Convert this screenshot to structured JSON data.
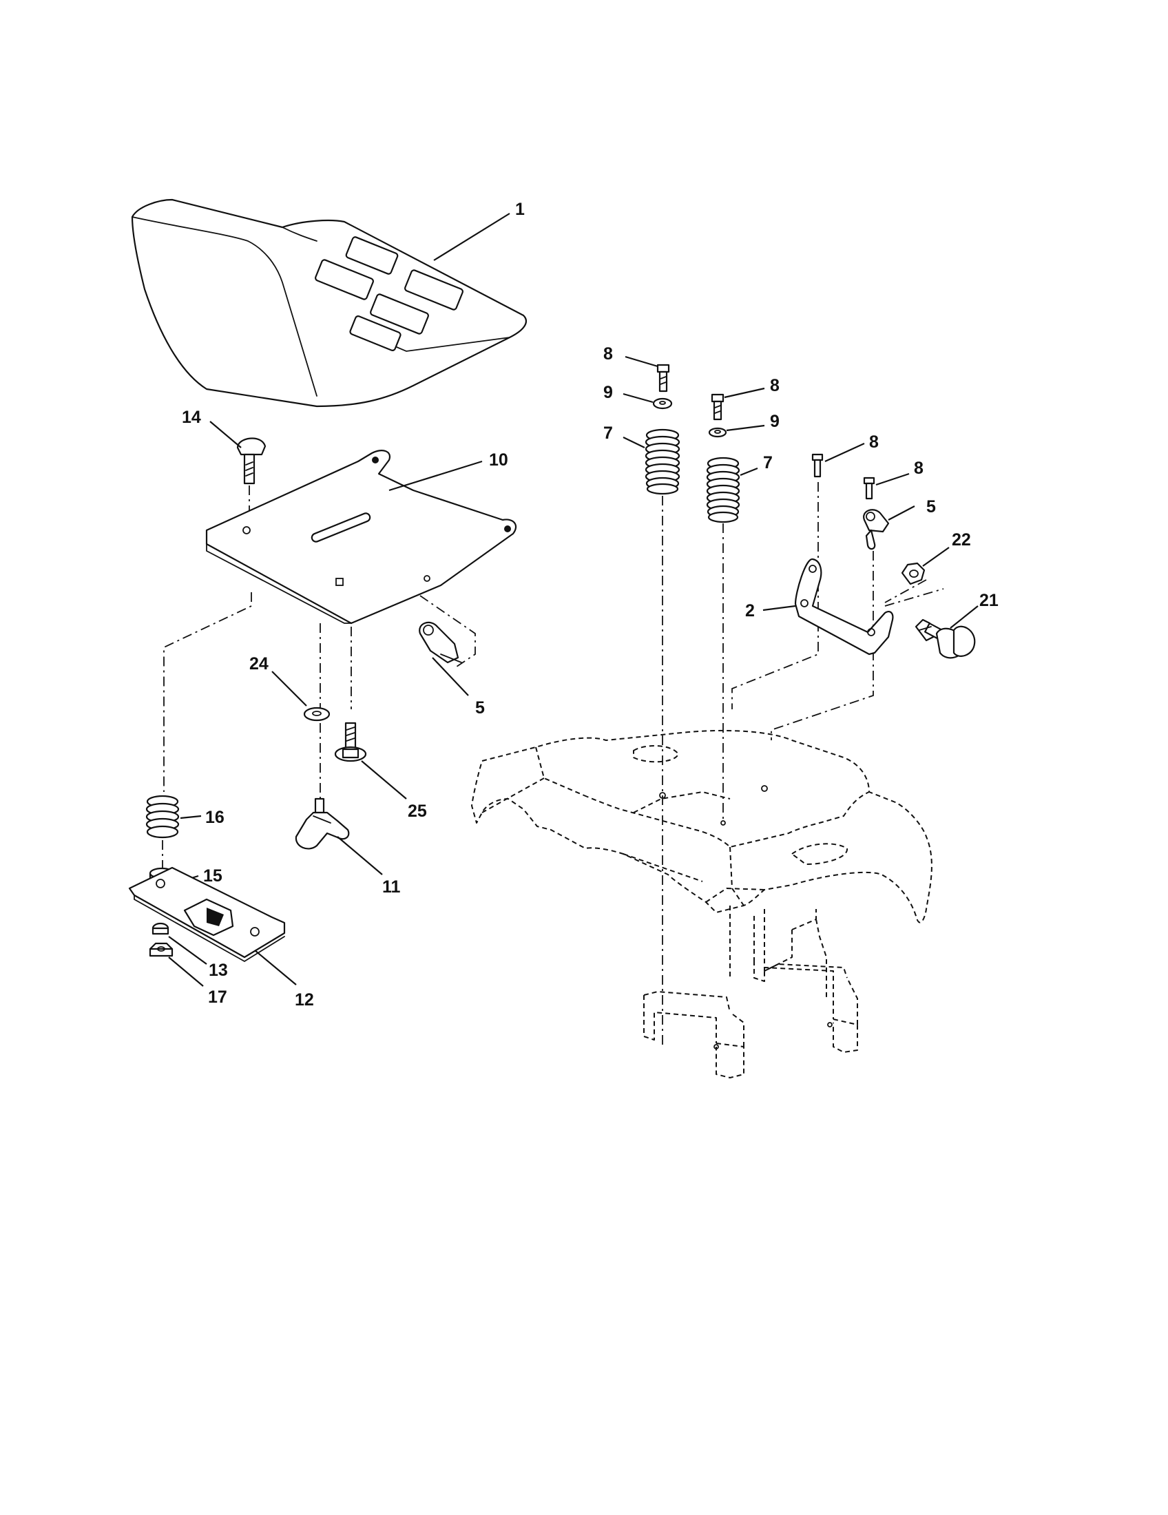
{
  "diagram": {
    "callouts": {
      "c1": "1",
      "c2": "2",
      "c5a": "5",
      "c5b": "5",
      "c7a": "7",
      "c7b": "7",
      "c8a": "8",
      "c8b": "8",
      "c8c": "8",
      "c8d": "8",
      "c9a": "9",
      "c9b": "9",
      "c10": "10",
      "c11": "11",
      "c12": "12",
      "c13": "13",
      "c14": "14",
      "c15": "15",
      "c16": "16",
      "c17": "17",
      "c21": "21",
      "c22": "22",
      "c24": "24",
      "c25": "25"
    },
    "parts": {
      "p1": "seat",
      "p2": "bracket",
      "p5": "clip",
      "p7": "spring",
      "p8": "bolt",
      "p9": "washer",
      "p10": "seat-pan",
      "p11": "knob",
      "p12": "slide-plate",
      "p13": "nut",
      "p14": "carriage-bolt",
      "p15": "spacer",
      "p16": "spring",
      "p17": "nut",
      "p21": "shoulder-bolt",
      "p22": "nut",
      "p24": "washer",
      "p25": "screw"
    }
  }
}
